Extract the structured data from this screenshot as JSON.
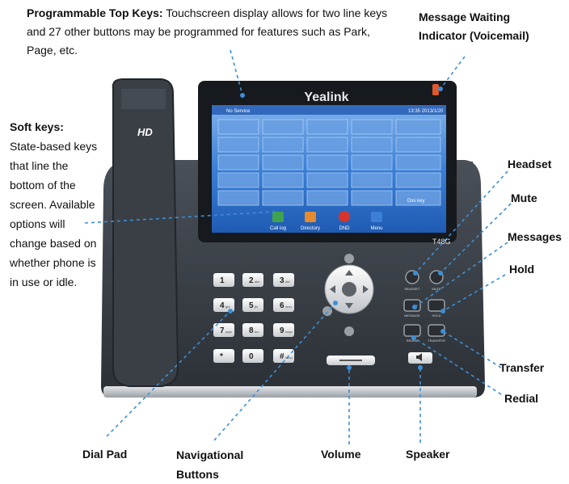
{
  "labels": {
    "top_keys_title": "Programmable Top Keys:",
    "top_keys_desc": " Touchscreen display allows for two line keys and 27 other buttons may be programmed for features such as Park, Page, etc.",
    "mwi": "Message Waiting Indicator (Voicemail)",
    "soft_keys_title": "Soft keys:",
    "soft_keys_desc": "State-based keys that line the bottom of the screen. Available options will change based on whether phone is in use or idle.",
    "headset": "Headset",
    "mute": "Mute",
    "messages": "Messages",
    "hold": "Hold",
    "transfer": "Transfer",
    "redial": "Redial",
    "dial_pad": "Dial Pad",
    "nav_buttons": "Navigational Buttons",
    "volume": "Volume",
    "speaker": "Speaker"
  },
  "phone": {
    "brand": "Yealink",
    "model": "T48G",
    "hd": "HD",
    "status_left": "No Service",
    "status_right": "13:35  2013/1/20",
    "dsskey_right": "Dss key",
    "softkeys": [
      "Call log",
      "Directory",
      "DND",
      "Menu"
    ],
    "dialpad": [
      {
        "num": "1",
        "sub": ""
      },
      {
        "num": "2",
        "sub": "abc"
      },
      {
        "num": "3",
        "sub": "def"
      },
      {
        "num": "4",
        "sub": "ghi"
      },
      {
        "num": "5",
        "sub": "jkl"
      },
      {
        "num": "6",
        "sub": "mno"
      },
      {
        "num": "7",
        "sub": "pqrs"
      },
      {
        "num": "8",
        "sub": "tuv"
      },
      {
        "num": "9",
        "sub": "wxyz"
      },
      {
        "num": "*",
        "sub": ""
      },
      {
        "num": "0",
        "sub": ""
      },
      {
        "num": "#",
        "sub": "send"
      }
    ],
    "func_labels": [
      "HEADSET",
      "MUTE",
      "MESSAGE",
      "HOLD",
      "REDIAL",
      "TRANSFER"
    ]
  },
  "colors": {
    "body": "#3a3f45",
    "screen_bg": "#2f6fcf",
    "callout_line": "#3b8fd6",
    "mwi_led": "#e2572b"
  }
}
